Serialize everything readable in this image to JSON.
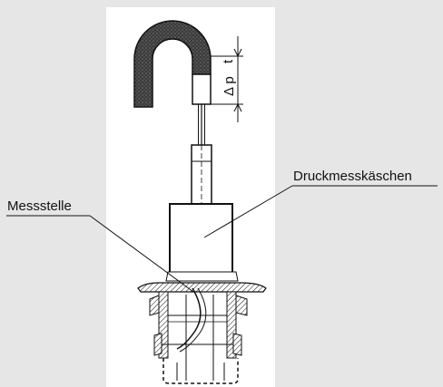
{
  "labels": {
    "delta_p": "Δ p",
    "delta_p_subscript": "t",
    "pressure_box": "Druckmesskäschen",
    "measuring_point": "Messstelle"
  },
  "colors": {
    "background": "#e6e6e6",
    "panel": "#ffffff",
    "line": "#111111",
    "tube_fill": "#4a4a4a"
  }
}
